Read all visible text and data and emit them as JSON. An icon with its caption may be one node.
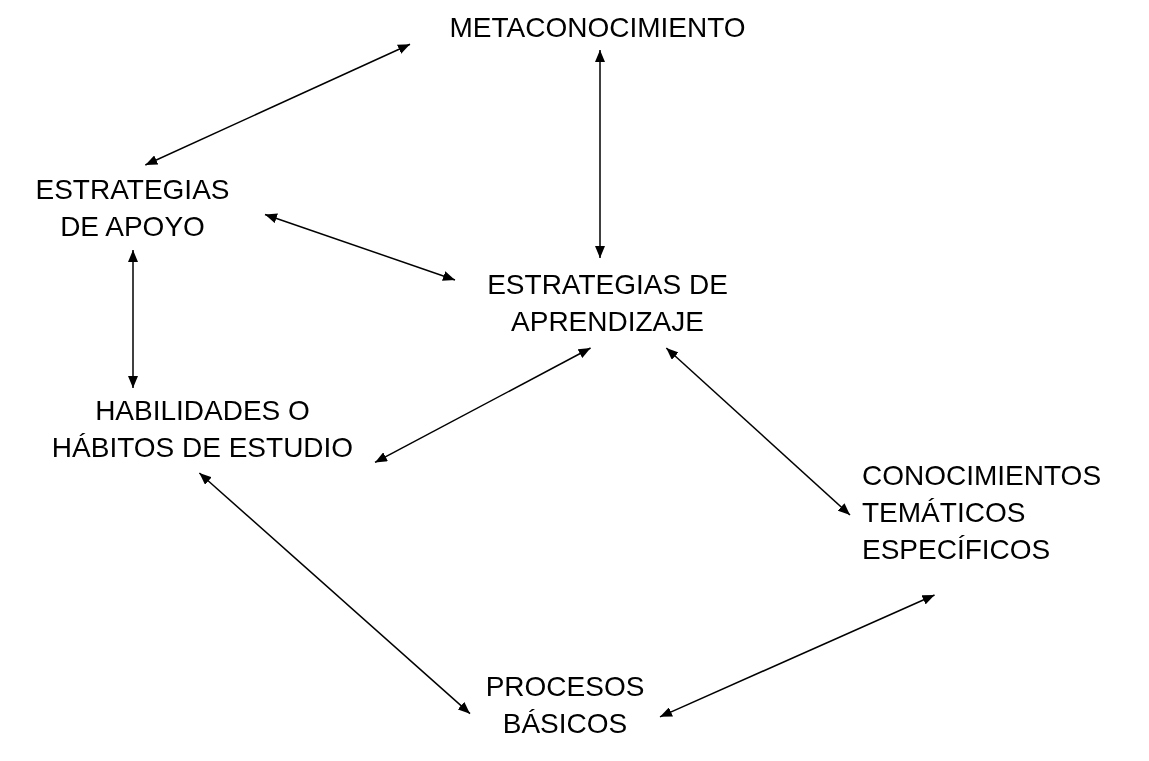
{
  "diagram": {
    "nodes": [
      {
        "text": [
          "METACONOCIMIENTO"
        ]
      },
      {
        "text": [
          "ESTRATEGIAS DE APOYO"
        ]
      },
      {
        "text": [
          "ESTRATEGIAS DE APRENDIZAJE"
        ]
      },
      {
        "text": [
          "HABILIDADES O HÁBITOS DE ESTUDIO"
        ]
      },
      {
        "text": [
          "CONOCIMIENTOS TEMÁTICOS ESPECÍFICOS"
        ]
      },
      {
        "text": [
          "PROCESOS BÁSICOS"
        ]
      }
    ],
    "edges": [
      {
        "from": 0,
        "to": 1,
        "arrow": "both"
      },
      {
        "from": 0,
        "to": 2,
        "arrow": "both"
      },
      {
        "from": 1,
        "to": 2,
        "arrow": "both"
      },
      {
        "from": 1,
        "to": 3,
        "arrow": "both"
      },
      {
        "from": 2,
        "to": 3,
        "arrow": "both"
      },
      {
        "from": 2,
        "to": 4,
        "arrow": "both"
      },
      {
        "from": 3,
        "to": 5,
        "arrow": "both"
      },
      {
        "from": 4,
        "to": 5,
        "arrow": "both"
      }
    ]
  }
}
